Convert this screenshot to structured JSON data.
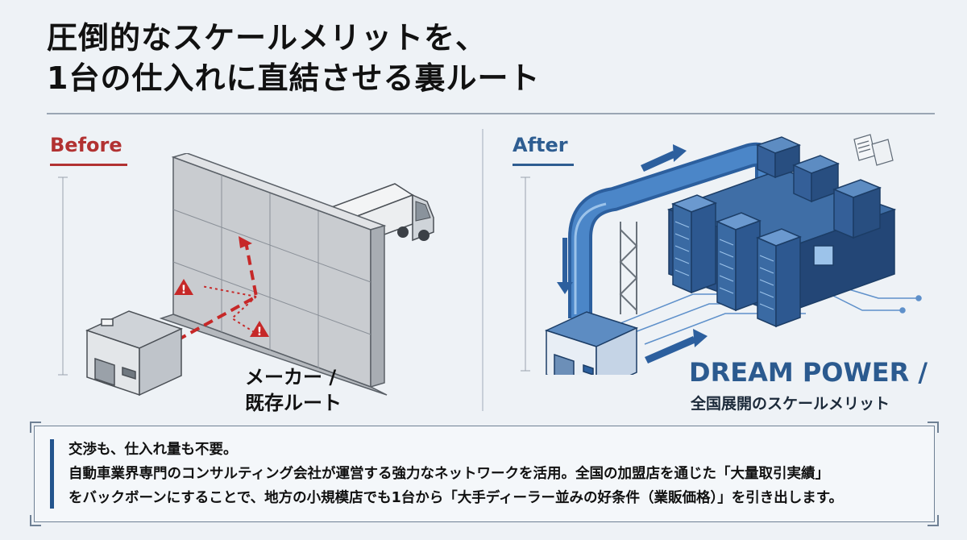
{
  "title": {
    "line1": "圧倒的なスケールメリットを、",
    "line2": "1台の仕入れに直結させる裏ルート"
  },
  "before": {
    "label": "Before",
    "caption_line1": "メーカー /",
    "caption_line2": "既存ルート"
  },
  "after": {
    "label": "After",
    "brand": "DREAM POWER /",
    "caption": "全国展開のスケールメリット"
  },
  "info_box": {
    "heading": "交渉も、仕入れ量も不要。",
    "body_line1": "自動車業界専門のコンサルティング会社が運営する強力なネットワークを活用。全国の加盟店を通じた「大量取引実績」",
    "body_line2": "をバックボーンにすることで、地方の小規模店でも1台から「大手ディーラー並みの好条件（業販価格）」を引き出します。"
  },
  "colors": {
    "before_accent": "#b23232",
    "after_accent": "#2e5d91",
    "pipe_blue": "#3f77b8",
    "server_blue": "#2f5e99",
    "wall_gray": "#c9ccd0"
  }
}
